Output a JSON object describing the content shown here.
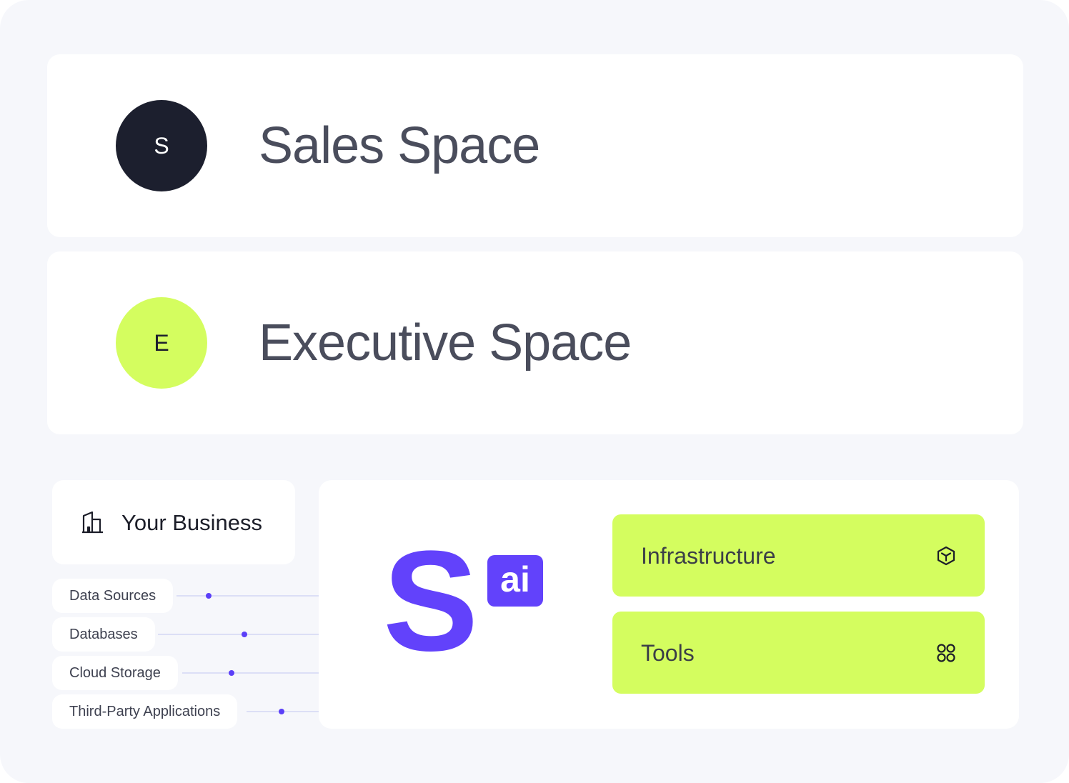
{
  "spaces": [
    {
      "initial": "S",
      "title": "Sales Space",
      "avatar_color": "#1c1f2e",
      "initial_color": "#ffffff"
    },
    {
      "initial": "E",
      "title": "Executive Space",
      "avatar_color": "#d4fd5f",
      "initial_color": "#1c1f2e"
    }
  ],
  "business": {
    "label": "Your Business",
    "icon": "building-icon"
  },
  "sources": [
    {
      "label": "Data Sources"
    },
    {
      "label": "Databases"
    },
    {
      "label": "Cloud Storage"
    },
    {
      "label": "Third-Party Applications"
    }
  ],
  "logo": {
    "letter": "S",
    "badge": "ai",
    "color": "#6242fb"
  },
  "features": [
    {
      "label": "Infrastructure",
      "icon": "cube-icon"
    },
    {
      "label": "Tools",
      "icon": "apps-grid-icon"
    }
  ],
  "colors": {
    "background": "#f6f7fb",
    "accent_green": "#d4fd5f",
    "accent_purple": "#6242fb"
  }
}
